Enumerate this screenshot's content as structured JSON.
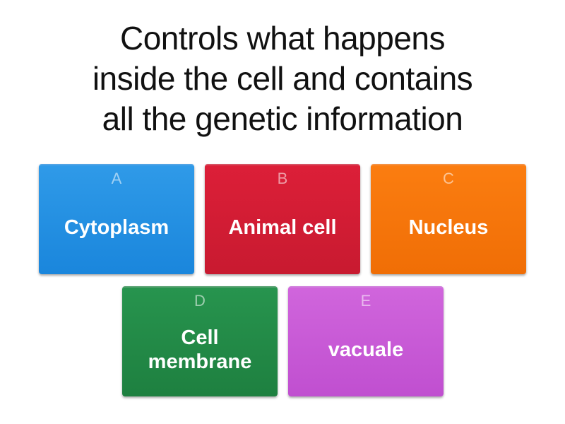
{
  "question": {
    "lines": [
      "Controls what happens",
      "inside the cell and contains",
      "all the genetic information"
    ]
  },
  "answers": [
    {
      "letter": "A",
      "label": "Cytoplasm",
      "color": "#2590e3"
    },
    {
      "letter": "B",
      "label": "Animal cell",
      "color": "#d41d34"
    },
    {
      "letter": "C",
      "label": "Nucleus",
      "color": "#f7770b"
    },
    {
      "letter": "D",
      "label": "Cell membrane",
      "label_lines": [
        "Cell",
        "membrane"
      ],
      "color": "#238b48"
    },
    {
      "letter": "E",
      "label": "vacuale",
      "color": "#c95bd7"
    }
  ]
}
